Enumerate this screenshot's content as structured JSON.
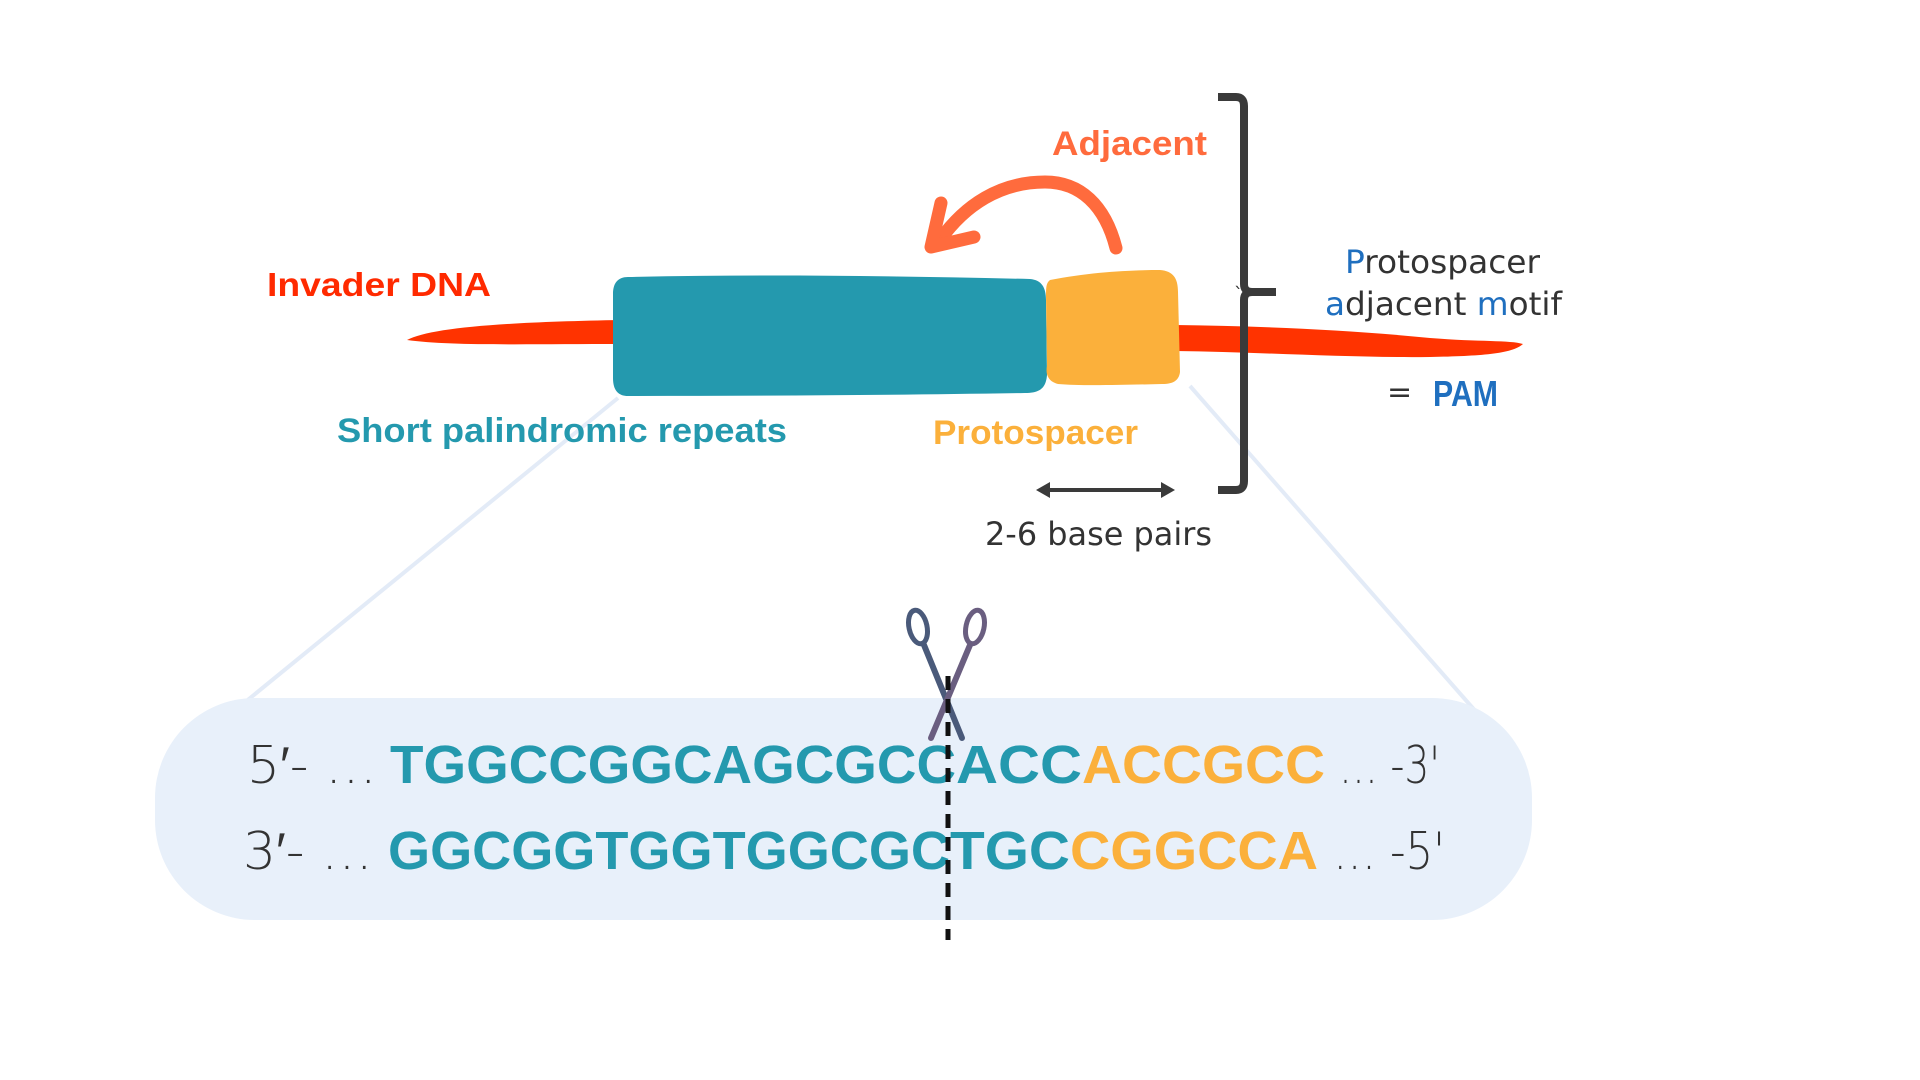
{
  "diagram": {
    "labels": {
      "invader_dna": "Invader DNA",
      "adjacent": "Adjacent",
      "short_palindromic_repeats": "Short palindromic repeats",
      "protospacer": "Protospacer",
      "base_pairs": "2-6 base pairs",
      "pam_full": {
        "line1_initial": "P",
        "line1_rest": "rotospacer",
        "line2_a_initial": "a",
        "line2_a_rest": "djacent ",
        "line2_m_initial": "m",
        "line2_m_rest": "otif"
      },
      "pam_equals": "=",
      "pam_abbrev": "PAM"
    },
    "sequence": {
      "top_strand": {
        "prefix": "5′- …",
        "repeat_before_cut": "TGGCCGGCAGCGCC",
        "repeat_after_cut": "ACC",
        "protospacer": "ACCGCC",
        "suffix": "… -3'"
      },
      "bottom_strand": {
        "prefix": "3′- …",
        "repeat_before_cut": "GGCGGTGGTGGCGC",
        "repeat_after_cut": "TGC",
        "protospacer": "CGGCCA",
        "suffix": "… -5'"
      }
    },
    "icons": {
      "cut_marker": "scissors-icon",
      "length_indicator": "double-arrow-icon",
      "direction_arrow": "curved-arrow-icon",
      "grouping": "curly-brace-icon"
    },
    "colors": {
      "invader_red": "#FF3300",
      "adjacent_orange": "#FF6B3D",
      "repeat_teal": "#2499AE",
      "protospacer_orange": "#FBB03B",
      "pam_blue": "#1F6FBF",
      "text_dark": "#333333",
      "zoom_panel": "#E8F0FA"
    }
  }
}
